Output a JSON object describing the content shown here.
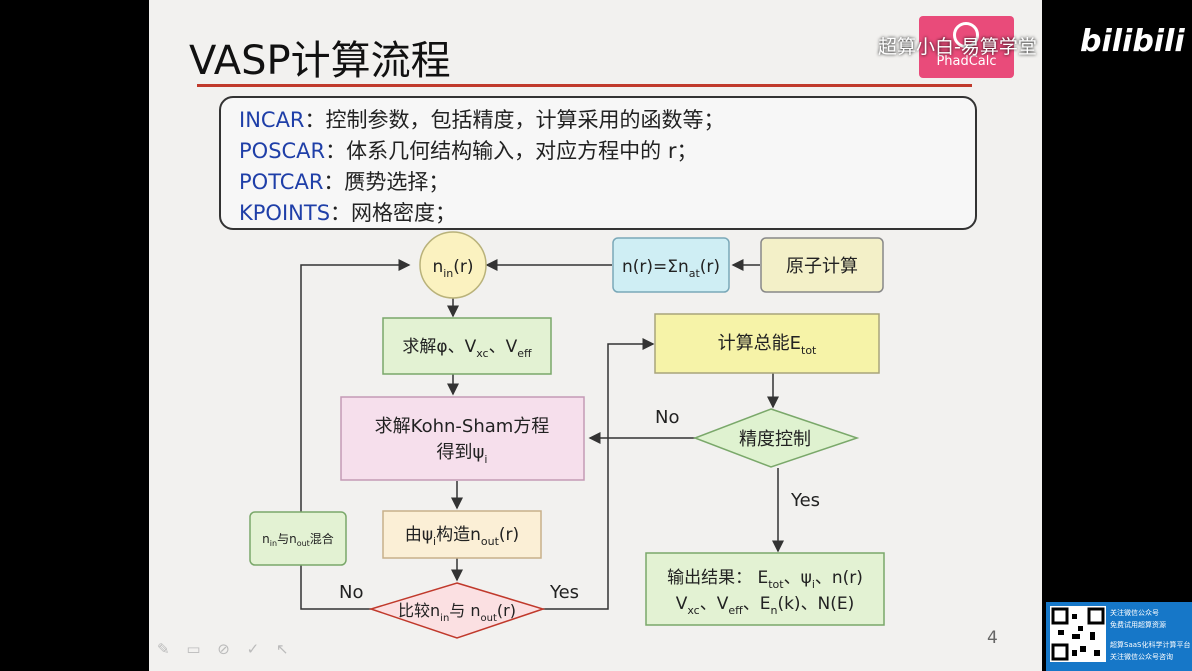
{
  "title": "VASP计算流程",
  "logo": {
    "text": "PhadCalc"
  },
  "info_lines": [
    {
      "key": "INCAR",
      "desc": "：控制参数，包括精度，计算采用的函数等；"
    },
    {
      "key": "POSCAR",
      "desc": "：体系几何结构输入，对应方程中的 r；"
    },
    {
      "key": "POTCAR",
      "desc": "：赝势选择；"
    },
    {
      "key": "KPOINTS",
      "desc": "：网格密度；"
    }
  ],
  "flow": {
    "nin": {
      "main": "n",
      "sub": "in",
      "tail": "(r)"
    },
    "atomic_density": {
      "main": "n(r)=Σn",
      "sub": "at",
      "tail": "(r)"
    },
    "atomic_calc": "原子计算",
    "solve_pot": {
      "a": "求解φ、V",
      "sub1": "xc",
      "b": "、V",
      "sub2": "eff"
    },
    "kohn_sham": {
      "line1": "求解Kohn-Sham方程",
      "line2a": "得到ψ",
      "line2sub": "i"
    },
    "construct": {
      "a": "由ψ",
      "sub1": "i",
      "b": "构造n",
      "sub2": "out",
      "c": "(r)"
    },
    "compare": {
      "a": "比较n",
      "sub1": "in",
      "b": "与 n",
      "sub2": "out",
      "c": "(r)"
    },
    "mix": {
      "a": "n",
      "sub1": "in",
      "b": "与n",
      "sub2": "out",
      "c": "混合"
    },
    "total_energy": {
      "a": "计算总能E",
      "sub": "tot"
    },
    "precision": "精度控制",
    "output": {
      "l1a": "输出结果： E",
      "l1s1": "tot",
      "l1b": "、ψ",
      "l1s2": "i",
      "l1c": "、n(r)",
      "l2a": "V",
      "l2s1": "xc",
      "l2b": "、V",
      "l2s2": "eff",
      "l2c": "、E",
      "l2s3": "n",
      "l2d": "(k)、N(E)"
    },
    "label_no_left": "No",
    "label_yes_bottom": "Yes",
    "label_no_right": "No",
    "label_yes_right": "Yes"
  },
  "page_number": "4",
  "overlay": {
    "uploader": "超算小白-易算学堂",
    "site_logo": "bilibili"
  },
  "qr_promo": {
    "line1": "关注微信公众号",
    "line2": "免费试用超算资源",
    "line3": "超算SaaS化科学计算平台",
    "line4": "关注微信公众号咨询"
  },
  "colors": {
    "title_underline": "#c0392b",
    "nin_fill": "#fbf2c0",
    "atomic_density_fill": "#cfeef4",
    "atomic_calc_fill": "#f3f0c8",
    "green_box_fill": "#e3f2d3",
    "yellow_box_fill": "#f6f3a8",
    "kohn_sham_fill": "#f6dfec",
    "construct_fill": "#fbefd6",
    "compare_fill": "#fbe0e2",
    "precision_fill": "#dff2d0",
    "output_fill": "#e3f2d3",
    "keyword_blue": "#1f3fa8"
  }
}
